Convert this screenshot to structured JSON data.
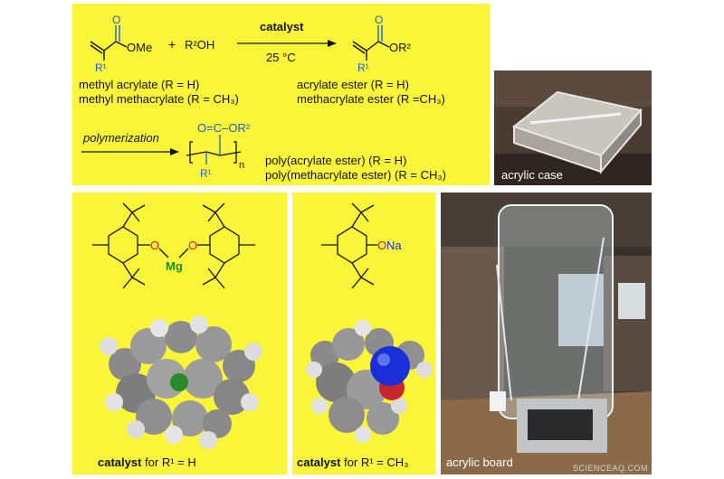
{
  "reaction": {
    "catalyst_label": "catalyst",
    "temperature": "25 °C",
    "plus": "+",
    "reagent": "R²OH",
    "reactant_names": [
      "methyl acrylate (R = H)",
      "methyl methacrylate (R = CH₃)"
    ],
    "product_names": [
      "acrylate ester (R = H)",
      "methacrylate ester (R =CH₃)"
    ],
    "polymerization_label": "polymerization",
    "polymer_names": [
      "poly(acrylate ester) (R = H)",
      "poly(methacrylate ester) (R = CH₃)"
    ],
    "atoms": {
      "O": "O",
      "OMe": "OMe",
      "OR2": "OR²",
      "R1": "R¹",
      "polymer_group": "O=C–OR²",
      "n": "n"
    }
  },
  "catalysts": {
    "mg": {
      "metal": "Mg",
      "oxygen": "O",
      "caption_bold": "catalyst",
      "caption_rest": " for R¹ = H"
    },
    "na": {
      "metal": "Na",
      "oxygen": "O",
      "caption_bold": "catalyst",
      "caption_rest": " for R¹ = CH₃"
    }
  },
  "photos": {
    "case_label": "acrylic case",
    "board_label": "acrylic board"
  },
  "watermark": "SCIENCEAQ.COM",
  "colors": {
    "panel_yellow": "#fbf53a",
    "oxygen_blue": "#1f5fcf",
    "oxygen_red": "#d42020",
    "magnesium_green": "#1a8f1a",
    "sodium_blue": "#1230d8"
  }
}
